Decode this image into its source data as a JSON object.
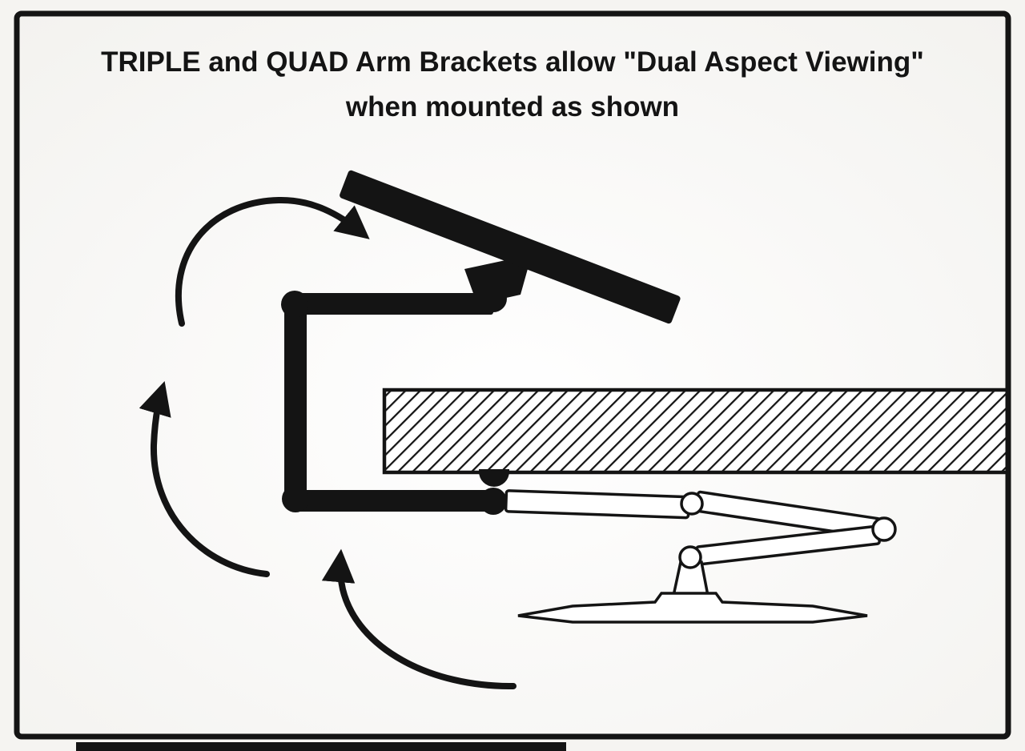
{
  "title": {
    "line1": "TRIPLE and QUAD Arm Brackets allow \"Dual Aspect Viewing\"",
    "line2": "when mounted as shown"
  },
  "colors": {
    "ink": "#141414",
    "background": "#f5f4f1",
    "panel": "#ffffff"
  },
  "diagram": {
    "parts": [
      "tilted-monitor-top",
      "monitor-vesa-bracket",
      "articulated-arm-black",
      "desk-surface-cross-section",
      "desk-clamp",
      "folded-arm-outline",
      "monitor-base-outline",
      "rotation-arrow-upper",
      "rotation-arrow-left",
      "rotation-arrow-lower"
    ]
  }
}
